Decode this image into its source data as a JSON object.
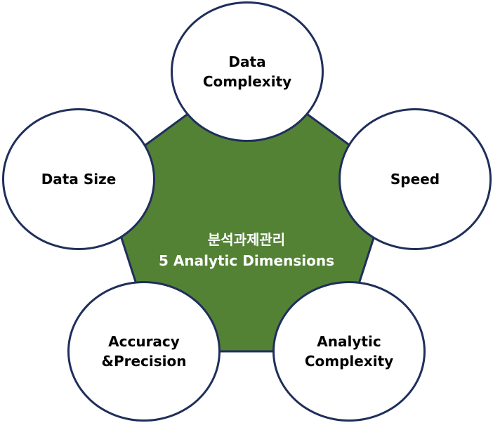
{
  "colors": {
    "pentagon_fill": "#548235",
    "pentagon_stroke": "#1f2f5b",
    "circle_stroke": "#1f2f5b",
    "circle_fill": "#ffffff",
    "center_text": "#ffffff"
  },
  "center": {
    "title_korean": "분석과제관리",
    "subtitle": "5 Analytic Dimensions"
  },
  "nodes": {
    "data_complexity": "Data\nComplexity",
    "speed": "Speed",
    "analytic_complexity": "Analytic\nComplexity",
    "accuracy_precision": "Accuracy\n&Precision",
    "data_size": "Data Size"
  }
}
